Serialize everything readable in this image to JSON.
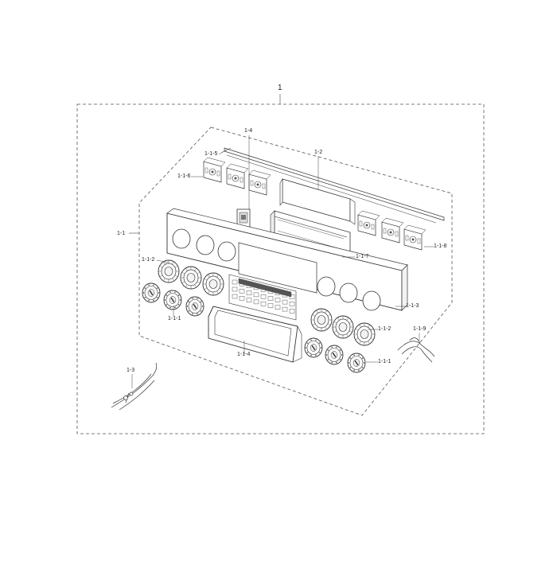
{
  "diagram": {
    "labels": {
      "assembly": "1",
      "panel_assembly": "1-1",
      "cover": "1-2",
      "wire_harness": "1-3",
      "module": "1-4",
      "knob": "1-1-1",
      "bezel": "1-1-2",
      "panel_frame": "1-1-3",
      "window": "1-1-4",
      "bracket_strip": "1-1-5",
      "holder_left": "1-1-6",
      "display": "1-1-7",
      "holder_right": "1-1-8",
      "wire_clip": "1-1-9"
    }
  }
}
